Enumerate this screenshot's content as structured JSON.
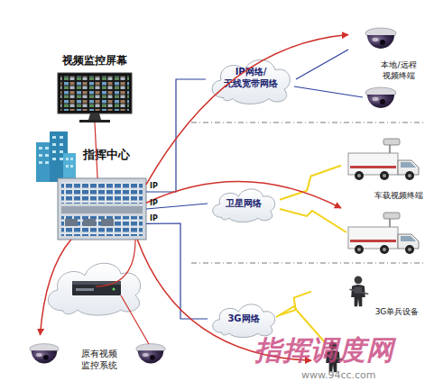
{
  "diagram": {
    "nodes": [
      {
        "text": [
          "视频监控屏幕"
        ]
      },
      {
        "text": [
          "指挥中心"
        ]
      },
      {
        "text": [
          "IP网络/ 无线宽带网络"
        ]
      },
      {
        "text": [
          "本地/远程 视频终端"
        ]
      },
      {
        "text": [
          "卫星网络"
        ]
      },
      {
        "text": [
          "车载视频终端"
        ]
      },
      {
        "text": [
          "3G网络"
        ]
      },
      {
        "text": [
          "3G单兵设备"
        ]
      },
      {
        "text": [
          "原有视频 监控系统"
        ]
      }
    ],
    "edges": [
      {
        "from": 1,
        "to": 0,
        "arrow": "none"
      },
      {
        "from": 1,
        "to": 2,
        "label": "IP",
        "arrow": "none"
      },
      {
        "from": 1,
        "to": 4,
        "label": "IP",
        "arrow": "none"
      },
      {
        "from": 1,
        "to": 6,
        "label": "IP",
        "arrow": "none"
      },
      {
        "from": 2,
        "to": 3,
        "arrow": "none"
      },
      {
        "from": 4,
        "to": 5,
        "arrow": "none"
      },
      {
        "from": 6,
        "to": 7,
        "arrow": "none"
      },
      {
        "from": 1,
        "to": 3,
        "arrow": "to"
      },
      {
        "from": 1,
        "to": 5,
        "arrow": "to"
      },
      {
        "from": 1,
        "to": 7,
        "arrow": "to"
      },
      {
        "from": 1,
        "to": 8,
        "arrow": "to"
      }
    ],
    "labels": [
      "指挥调度网",
      "www.94cc.com"
    ]
  }
}
